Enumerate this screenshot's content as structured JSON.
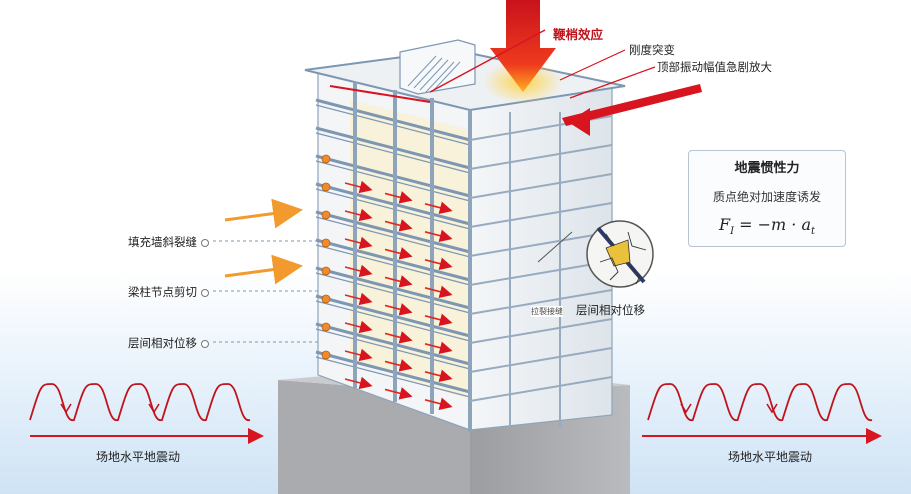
{
  "labels": {
    "whip_effect": "鞭梢效应",
    "stiffness_change": "刚度突变",
    "top_amplification": "顶部振动幅值急剧放大",
    "infill_crack": "填充墙斜裂缝",
    "beam_column_shear": "梁柱节点剪切",
    "interstory_drift_left": "层间相对位移",
    "interstory_drift_right": "层间相对位移",
    "pull_crack": "拉裂接缝",
    "ground_motion_left": "场地水平地震动",
    "ground_motion_right": "场地水平地震动"
  },
  "formula": {
    "title": "地震惯性力",
    "subtitle": "质点绝对加速度诱发",
    "equation": "F_I = −m·a_t"
  },
  "colors": {
    "accent_red": "#d8141e",
    "arrow_orange": "#f4a23c",
    "structure_blue": "#7d97b3",
    "ground_blue": "#cfe3f5"
  },
  "icons": [
    "down-force-arrow-icon",
    "crack-zoom-icon",
    "wave-icon"
  ]
}
